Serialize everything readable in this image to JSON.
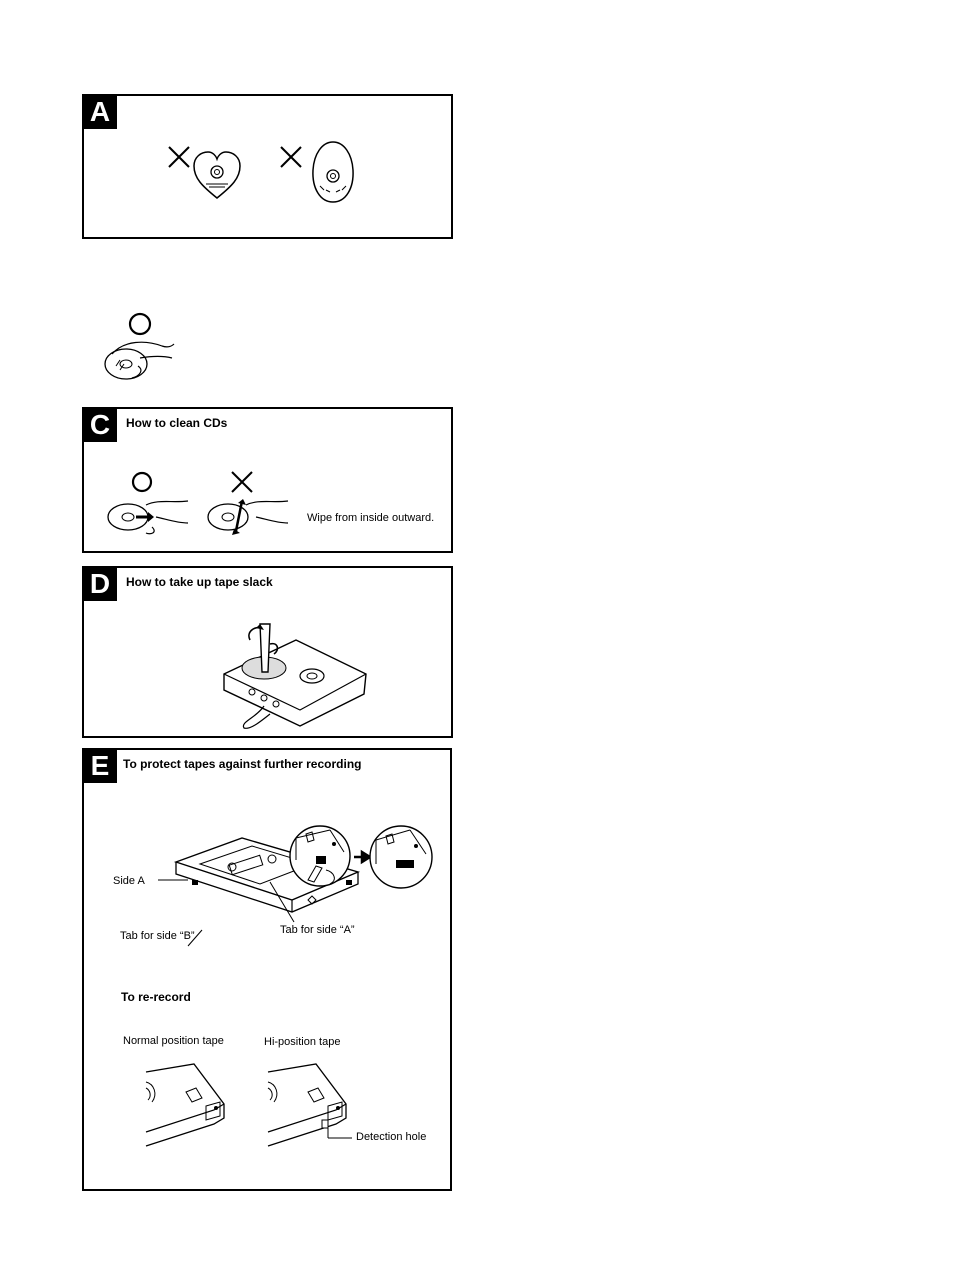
{
  "panels": {
    "a": {
      "badge": "A"
    },
    "c": {
      "badge": "C",
      "title": "How to clean CDs",
      "note": "Wipe from inside outward."
    },
    "d": {
      "badge": "D",
      "title": "How to take up tape slack"
    },
    "e": {
      "badge": "E",
      "title": "To protect tapes against further recording",
      "side_a": "Side A",
      "tab_b": "Tab for side “B”",
      "tab_a": "Tab for side “A”",
      "rerecord_title": "To re-record",
      "normal_tape": "Normal position tape",
      "hi_tape": "Hi-position tape",
      "detection_hole": "Detection hole"
    }
  },
  "icons": [
    "cross-mark-icon",
    "circle-ok-icon",
    "heart-cd-icon",
    "drop-cd-icon",
    "hand-cd-icon",
    "cassette-icon",
    "pencil-icon",
    "arrow-icon"
  ]
}
